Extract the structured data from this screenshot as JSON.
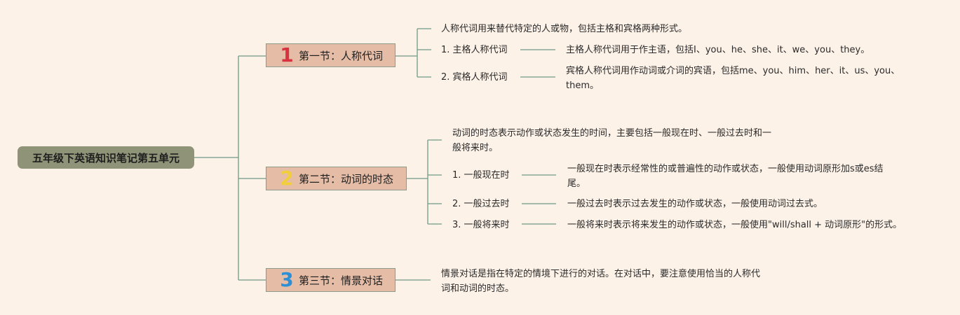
{
  "root": {
    "title": "五年级下英语知识笔记第五单元"
  },
  "section1": {
    "number": "1",
    "title": "第一节：人称代词",
    "intro": "人称代词用来替代特定的人或物，包括主格和宾格两种形式。",
    "items": [
      {
        "label": "1. 主格人称代词",
        "detail": "主格人称代词用于作主语，包括I、you、he、she、it、we、you、they。"
      },
      {
        "label": "2. 宾格人称代词",
        "detail_line1": "宾格人称代词用作动词或介词的宾语，包括me、you、him、her、it、us、you、",
        "detail_line2": "them。"
      }
    ]
  },
  "section2": {
    "number": "2",
    "title": "第二节：动词的时态",
    "intro_line1": "动词的时态表示动作或状态发生的时间，主要包括一般现在时、一般过去时和一",
    "intro_line2": "般将来时。",
    "items": [
      {
        "label": "1. 一般现在时",
        "detail_line1": "一般现在时表示经常性的或普遍性的动作或状态，一般使用动词原形加s或es结",
        "detail_line2": "尾。"
      },
      {
        "label": "2. 一般过去时",
        "detail": "一般过去时表示过去发生的动作或状态，一般使用动词过去式。"
      },
      {
        "label": "3. 一般将来时",
        "detail": "一般将来时表示将来发生的动作或状态，一般使用\"will/shall + 动词原形\"的形式。"
      }
    ]
  },
  "section3": {
    "number": "3",
    "title": "第三节：情景对话",
    "detail_line1": "情景对话是指在特定的情境下进行的对话。在对话中，要注意使用恰当的人称代",
    "detail_line2": "词和动词的时态。"
  },
  "colors": {
    "background": "#fdf2e8",
    "root_fill": "#8f9378",
    "section_fill": "#e5bda7",
    "connector": "#6f9a86",
    "number1": "#d8313f",
    "number2": "#f2cf3a",
    "number3": "#2d8fd6"
  }
}
